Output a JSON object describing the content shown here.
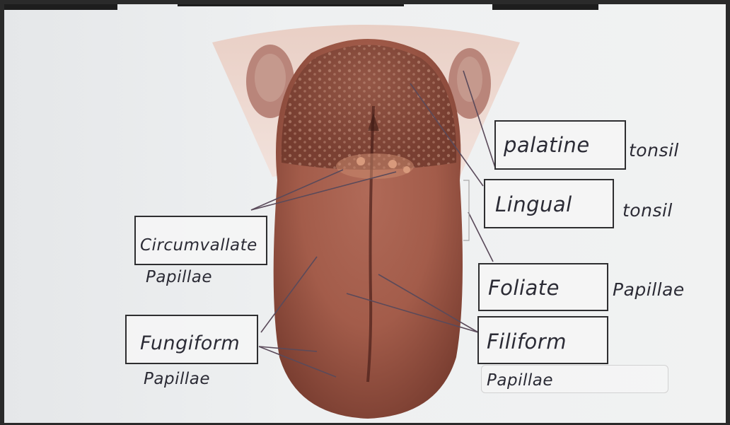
{
  "labels": {
    "palatine": "palatine",
    "palatine_suffix": "tonsil",
    "lingual": "Lingual",
    "lingual_suffix": "tonsil",
    "circumvallate": "Circumvallate",
    "circumvallate_sub": "Papillae",
    "foliate": "Foliate",
    "foliate_suffix": "Papillae",
    "fungiform": "Fungiform",
    "fungiform_sub": "Papillae",
    "filiform": "Filiform",
    "filiform_sub": "Papillae"
  },
  "colors": {
    "ink": "#2b2b35",
    "box_border": "#2e2e30",
    "leader_line": "#5a4a5a",
    "tongue": "#a8624f",
    "tongue_dark": "#7f4234",
    "mucosa": "#d9b0a2"
  }
}
